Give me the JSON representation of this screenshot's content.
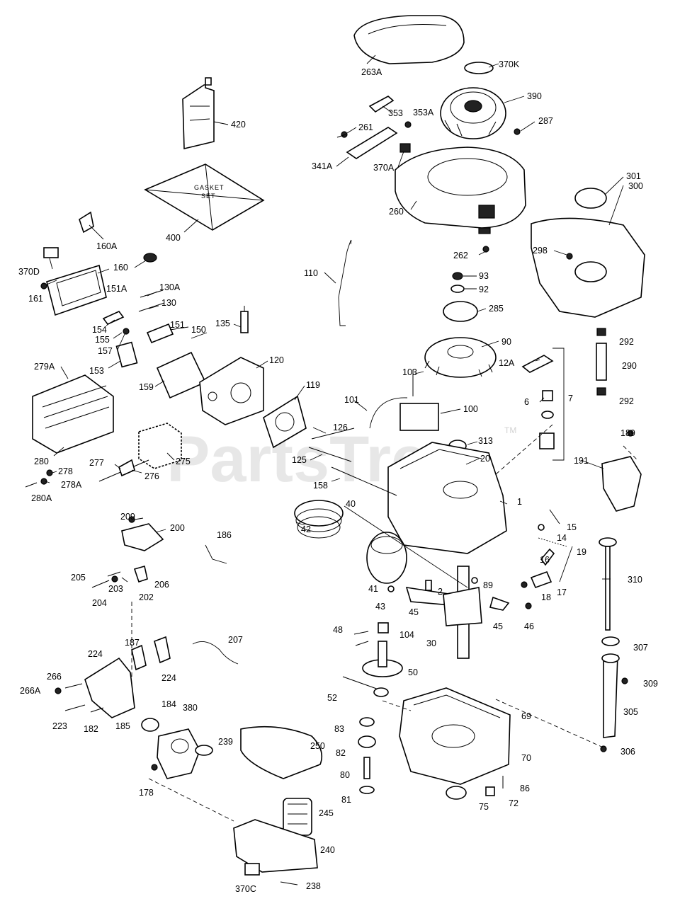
{
  "watermark": "PartsTree",
  "trademark": "TM",
  "box_text": {
    "line1": "GASKET",
    "line2": "SET"
  },
  "labels": {
    "l263A": "263A",
    "l370K": "370K",
    "l390": "390",
    "l353": "353",
    "l353A": "353A",
    "l287": "287",
    "l261": "261",
    "l341A": "341A",
    "l370A": "370A",
    "l420": "420",
    "l400": "400",
    "l160A": "160A",
    "l260": "260",
    "l301": "301",
    "l300": "300",
    "l262": "262",
    "l298": "298",
    "l370D": "370D",
    "l160": "160",
    "l161": "161",
    "l151A": "151A",
    "l130A": "130A",
    "l130": "130",
    "l110": "110",
    "l93": "93",
    "l92": "92",
    "l285": "285",
    "l154": "154",
    "l155": "155",
    "l157": "157",
    "l151": "151",
    "l150": "150",
    "l135": "135",
    "l292a": "292",
    "l90": "90",
    "l153": "153",
    "l120": "120",
    "l159": "159",
    "l279A": "279A",
    "l12A": "12A",
    "l290": "290",
    "l103": "103",
    "l7": "7",
    "l292b": "292",
    "l119": "119",
    "l101": "101",
    "l100": "100",
    "l6": "6",
    "l126": "126",
    "l313": "313",
    "l189": "189",
    "l20": "20",
    "l125": "125",
    "l275": "275",
    "l191": "191",
    "l277": "277",
    "l276": "276",
    "l278": "278",
    "l280": "280",
    "l278A": "278A",
    "l280A": "280A",
    "l158": "158",
    "l40": "40",
    "l1": "1",
    "l209": "209",
    "l200": "200",
    "l186": "186",
    "l15": "15",
    "l14": "14",
    "l42": "42",
    "l19": "19",
    "l310": "310",
    "l205": "205",
    "l206": "206",
    "l16": "16",
    "l203": "203",
    "l204": "204",
    "l202": "202",
    "l2": "2",
    "l17": "17",
    "l41": "41",
    "l89": "89",
    "l18": "18",
    "l43": "43",
    "l45a": "45",
    "l45b": "45",
    "l46": "46",
    "l48": "48",
    "l104": "104",
    "l30": "30",
    "l207": "207",
    "l307": "307",
    "l187": "187",
    "l224a": "224",
    "l224b": "224",
    "l50": "50",
    "l266": "266",
    "l309": "309",
    "l266A": "266A",
    "l52": "52",
    "l184": "184",
    "l380": "380",
    "l305": "305",
    "l223": "223",
    "l182": "182",
    "l185": "185",
    "l83": "83",
    "l69": "69",
    "l239": "239",
    "l250": "250",
    "l82": "82",
    "l306": "306",
    "l70": "70",
    "l80": "80",
    "l178": "178",
    "l86": "86",
    "l81": "81",
    "l75": "75",
    "l72": "72",
    "l245": "245",
    "l240": "240",
    "l370C": "370C",
    "l238": "238"
  }
}
